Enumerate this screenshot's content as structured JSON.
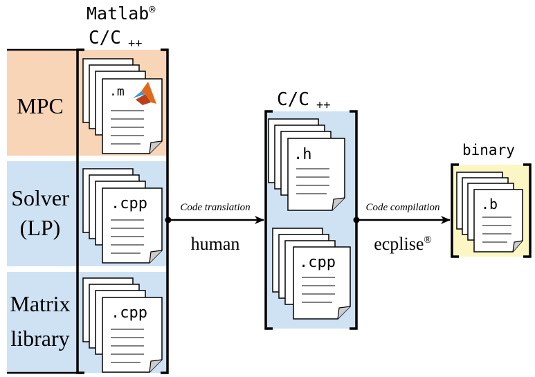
{
  "colors": {
    "mpc_bg": "#f9d5b8",
    "code_bg": "#cfe2f3",
    "binary_bg": "#fbf6c4",
    "stroke": "#000000",
    "matlab_logo": "#e06a1a"
  },
  "left_group": {
    "header_line1": "Matlab",
    "header_registered": "®",
    "header_line2": "C/C",
    "header_plusplus": "++",
    "rows": [
      {
        "label_lines": [
          "MPC"
        ],
        "file_ext": ".m",
        "icon": "matlab-logo-icon"
      },
      {
        "label_lines": [
          "Solver",
          "(LP)"
        ],
        "file_ext": ".cpp"
      },
      {
        "label_lines": [
          "Matrix",
          "library"
        ],
        "file_ext": ".cpp"
      }
    ]
  },
  "middle_group": {
    "header": "C/C",
    "header_plusplus": "++",
    "files": [
      ".h",
      ".cpp"
    ]
  },
  "right_group": {
    "header": "binary",
    "files": [
      ".b"
    ]
  },
  "arrows": [
    {
      "caption": "Code translation",
      "label": "human"
    },
    {
      "caption": "Code compilation",
      "label": "ecplise",
      "label_registered": "®"
    }
  ]
}
